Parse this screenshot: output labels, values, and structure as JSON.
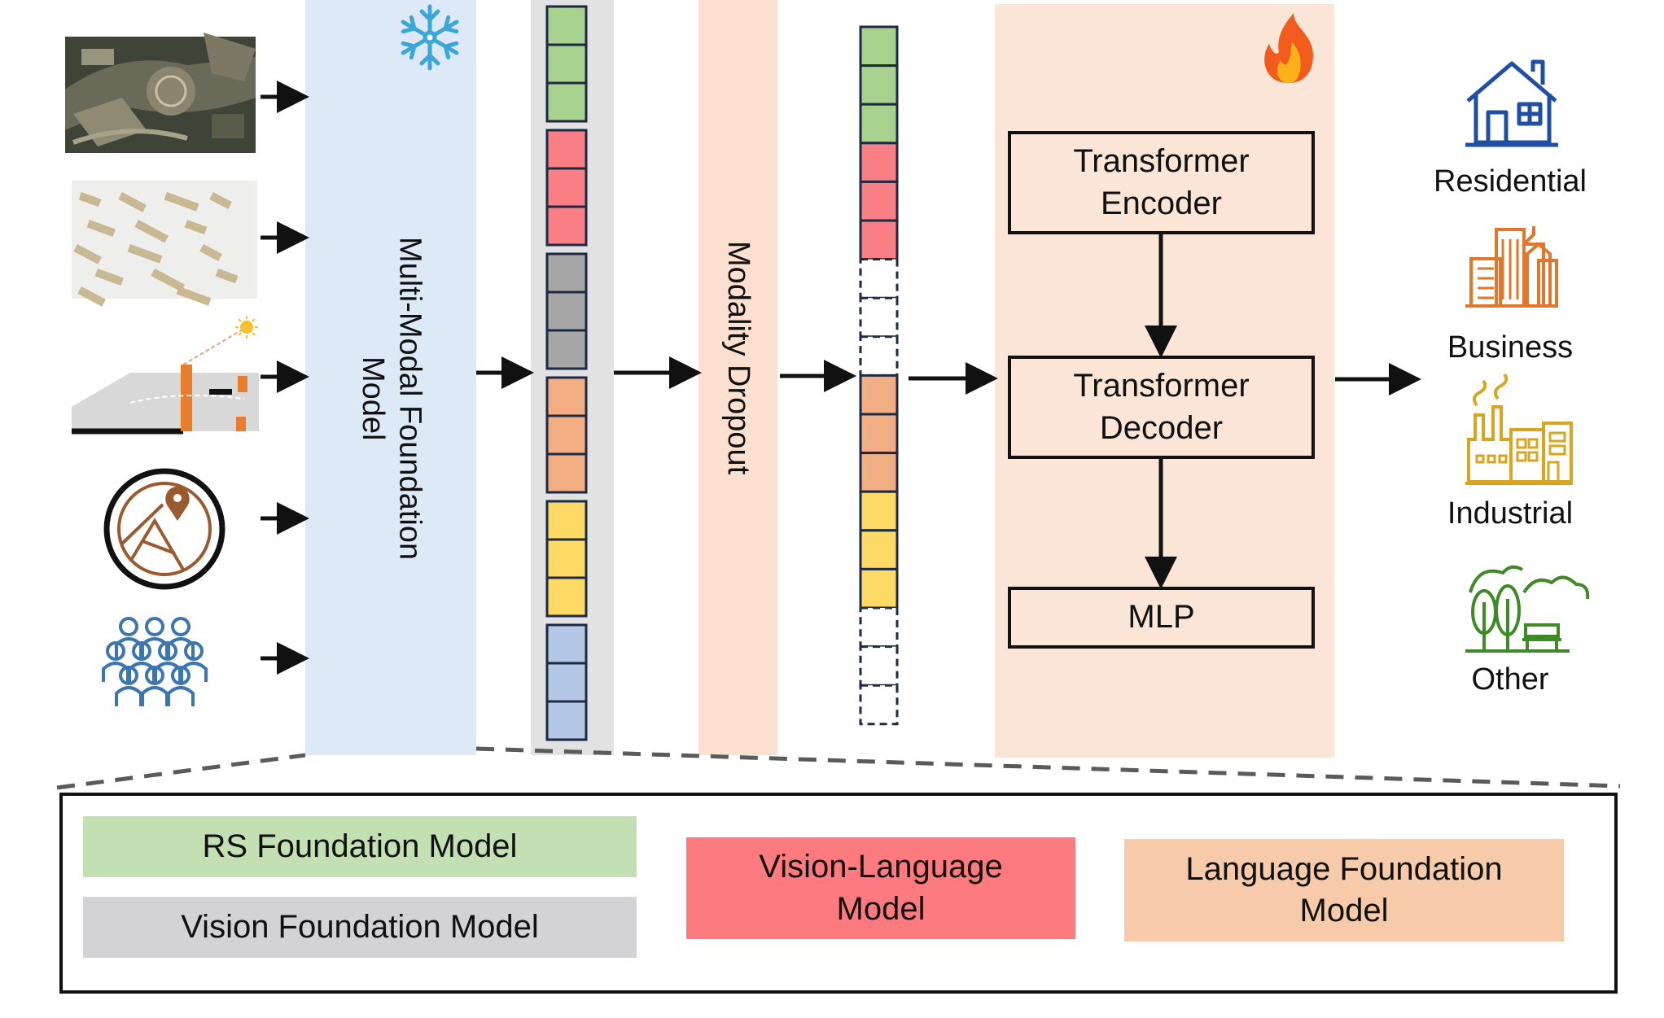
{
  "panels": {
    "mmfm_label": "Multi-Modal Foundation\nModel",
    "dropout_label": "Modality Dropout"
  },
  "blocks": {
    "encoder": "Transformer\nEncoder",
    "decoder": "Transformer\nDecoder",
    "mlp": "MLP"
  },
  "inputs": [
    {
      "name": "satellite-image",
      "icon": "satellite-image"
    },
    {
      "name": "building-footprint-map",
      "icon": "building-map"
    },
    {
      "name": "building-shadow-view",
      "icon": "sun-building-3d"
    },
    {
      "name": "location-poi",
      "icon": "map-pin-circle-icon"
    },
    {
      "name": "population",
      "icon": "people-crowd-icon"
    }
  ],
  "outputs": [
    {
      "label": "Residential",
      "icon": "house-icon",
      "color": "#1f4fa3"
    },
    {
      "label": "Business",
      "icon": "city-buildings-icon",
      "color": "#e2762a"
    },
    {
      "label": "Industrial",
      "icon": "factory-icon",
      "color": "#d9a521"
    },
    {
      "label": "Other",
      "icon": "trees-bench-icon",
      "color": "#3e8a26"
    }
  ],
  "legend": [
    {
      "label": "RS Foundation Model",
      "color": "#c3e0b2"
    },
    {
      "label": "Vision Foundation Model",
      "color": "#d3d2d4"
    },
    {
      "label": "Vision-Language\nModel",
      "color": "#fd7b7e"
    },
    {
      "label": "Language Foundation\nModel",
      "color": "#f7cbaa"
    }
  ],
  "colors": {
    "rs_token": "#a9d18e",
    "vlm_token": "#fa7f84",
    "vision_token": "#a6a6a6",
    "language_token": "#f2ae82",
    "yellow_token": "#fdd966",
    "blue_token": "#b4c7e7",
    "mmfm_panel": "#dde9f6",
    "dropout_panel": "#fbe0cf",
    "head_panel": "#fbe5d6",
    "token_column_bg": "#e2e2e2"
  },
  "icons": {
    "frozen": "snowflake-icon",
    "trainable": "fire-icon"
  }
}
